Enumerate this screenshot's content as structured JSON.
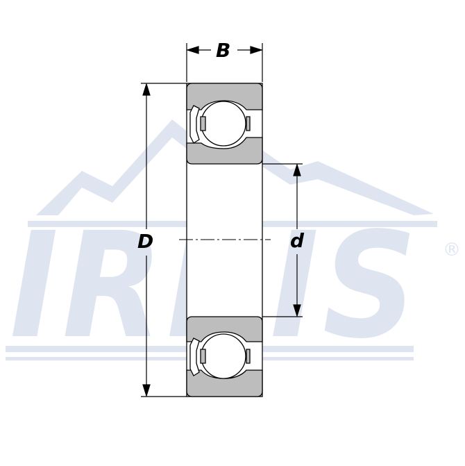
{
  "watermark": {
    "brand": "IRBIS",
    "registered_mark": "®",
    "color": "#dfe5f0"
  },
  "dimensions": {
    "outer_diameter_label": "D",
    "width_label": "B",
    "bore_label": "d"
  },
  "colors": {
    "ring_fill": "#bdbdbd",
    "ball_fill": "#ffffff",
    "line": "#000000"
  }
}
